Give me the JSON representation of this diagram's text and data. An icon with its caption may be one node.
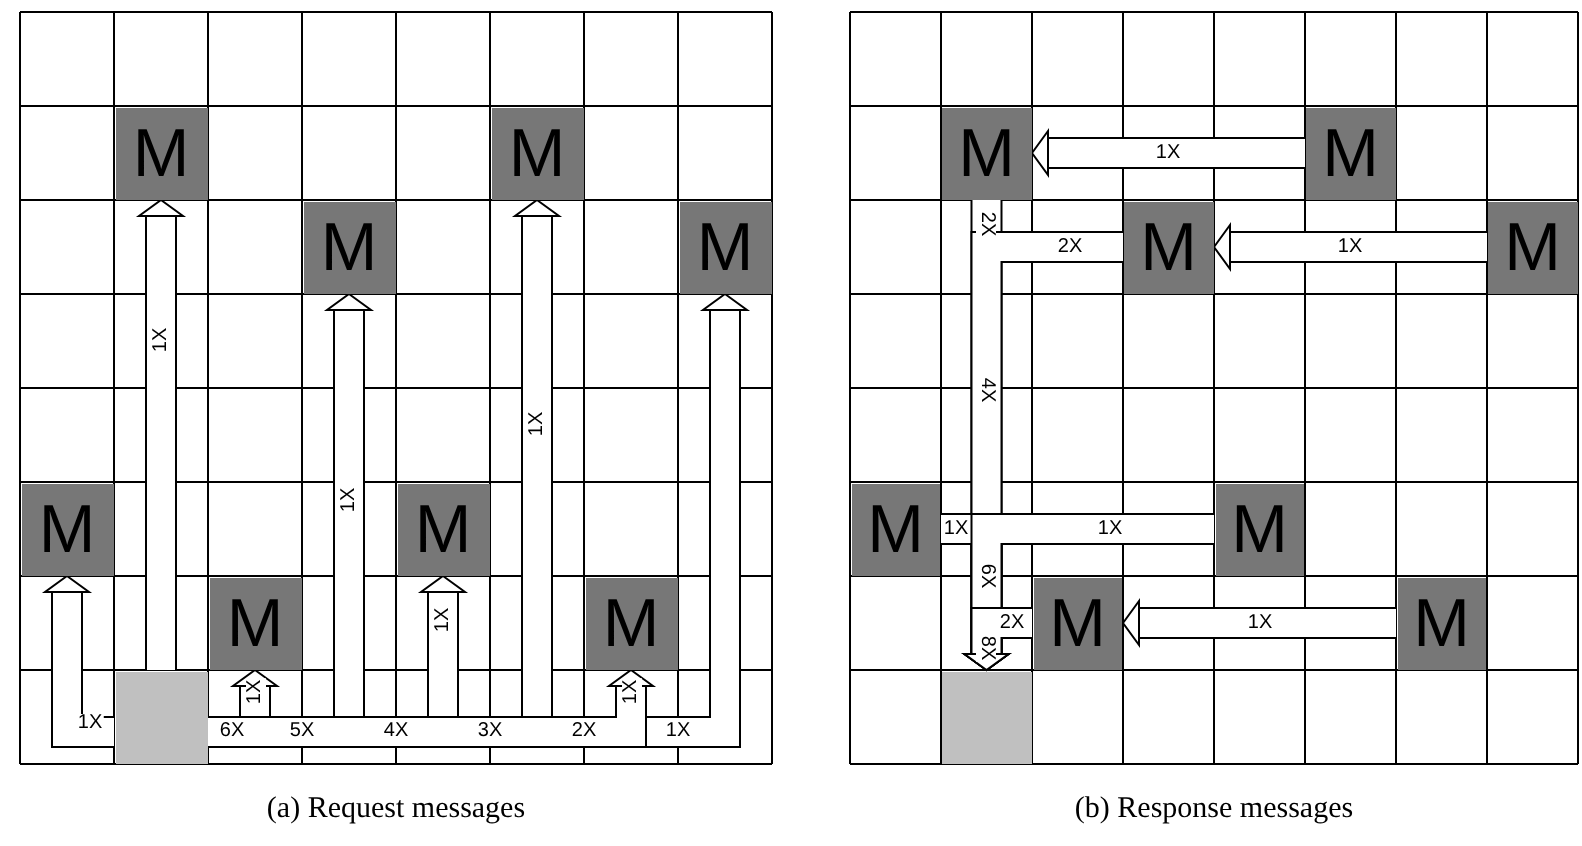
{
  "diagram": {
    "nodes": [
      {
        "text": [
          "M"
        ]
      },
      {
        "text": [
          "M"
        ]
      },
      {
        "text": [
          "M"
        ]
      },
      {
        "text": [
          "M"
        ]
      },
      {
        "text": [
          "M"
        ]
      },
      {
        "text": [
          "M"
        ]
      },
      {
        "text": [
          "M"
        ]
      },
      {
        "text": [
          "M"
        ]
      },
      {
        "text": [],
        "shape": "box"
      },
      {
        "text": [
          "M"
        ]
      },
      {
        "text": [
          "M"
        ]
      },
      {
        "text": [
          "M"
        ]
      },
      {
        "text": [
          "M"
        ]
      },
      {
        "text": [
          "M"
        ]
      },
      {
        "text": [
          "M"
        ]
      },
      {
        "text": [
          "M"
        ]
      },
      {
        "text": [
          "M"
        ]
      },
      {
        "text": [],
        "shape": "box"
      }
    ],
    "edges": [
      {
        "from": 8,
        "to": 0,
        "arrow": "to",
        "label": "1X"
      },
      {
        "from": 8,
        "to": 1,
        "arrow": "to",
        "label": "1X"
      },
      {
        "from": 8,
        "to": 2,
        "arrow": "to",
        "label": "1X"
      },
      {
        "from": 8,
        "to": 3,
        "arrow": "to",
        "label": "1X"
      },
      {
        "from": 8,
        "to": 4,
        "arrow": "to",
        "label": "1X"
      },
      {
        "from": 8,
        "to": 5,
        "arrow": "to",
        "label": "1X"
      },
      {
        "from": 8,
        "to": 6,
        "arrow": "to",
        "label": "1X"
      },
      {
        "from": 8,
        "to": 7,
        "arrow": "to",
        "label": "1X"
      },
      {
        "from": 9,
        "to": 17,
        "arrow": "to"
      },
      {
        "from": 10,
        "to": 9,
        "arrow": "to",
        "label": "1X"
      },
      {
        "from": 11,
        "to": 17,
        "arrow": "to"
      },
      {
        "from": 12,
        "to": 11,
        "arrow": "to",
        "label": "1X"
      },
      {
        "from": 13,
        "to": 17,
        "arrow": "to",
        "label": "1X"
      },
      {
        "from": 14,
        "to": 17,
        "arrow": "to",
        "label": "1X"
      },
      {
        "from": 15,
        "to": 17,
        "arrow": "to"
      },
      {
        "from": 16,
        "to": 15,
        "arrow": "to",
        "label": "1X"
      }
    ],
    "labels": [
      "6X",
      "5X",
      "4X",
      "3X",
      "2X",
      "2X",
      "2X",
      "4X",
      "6X",
      "2X",
      "8X",
      "(a) Request messages",
      "(b) Response messages"
    ]
  }
}
